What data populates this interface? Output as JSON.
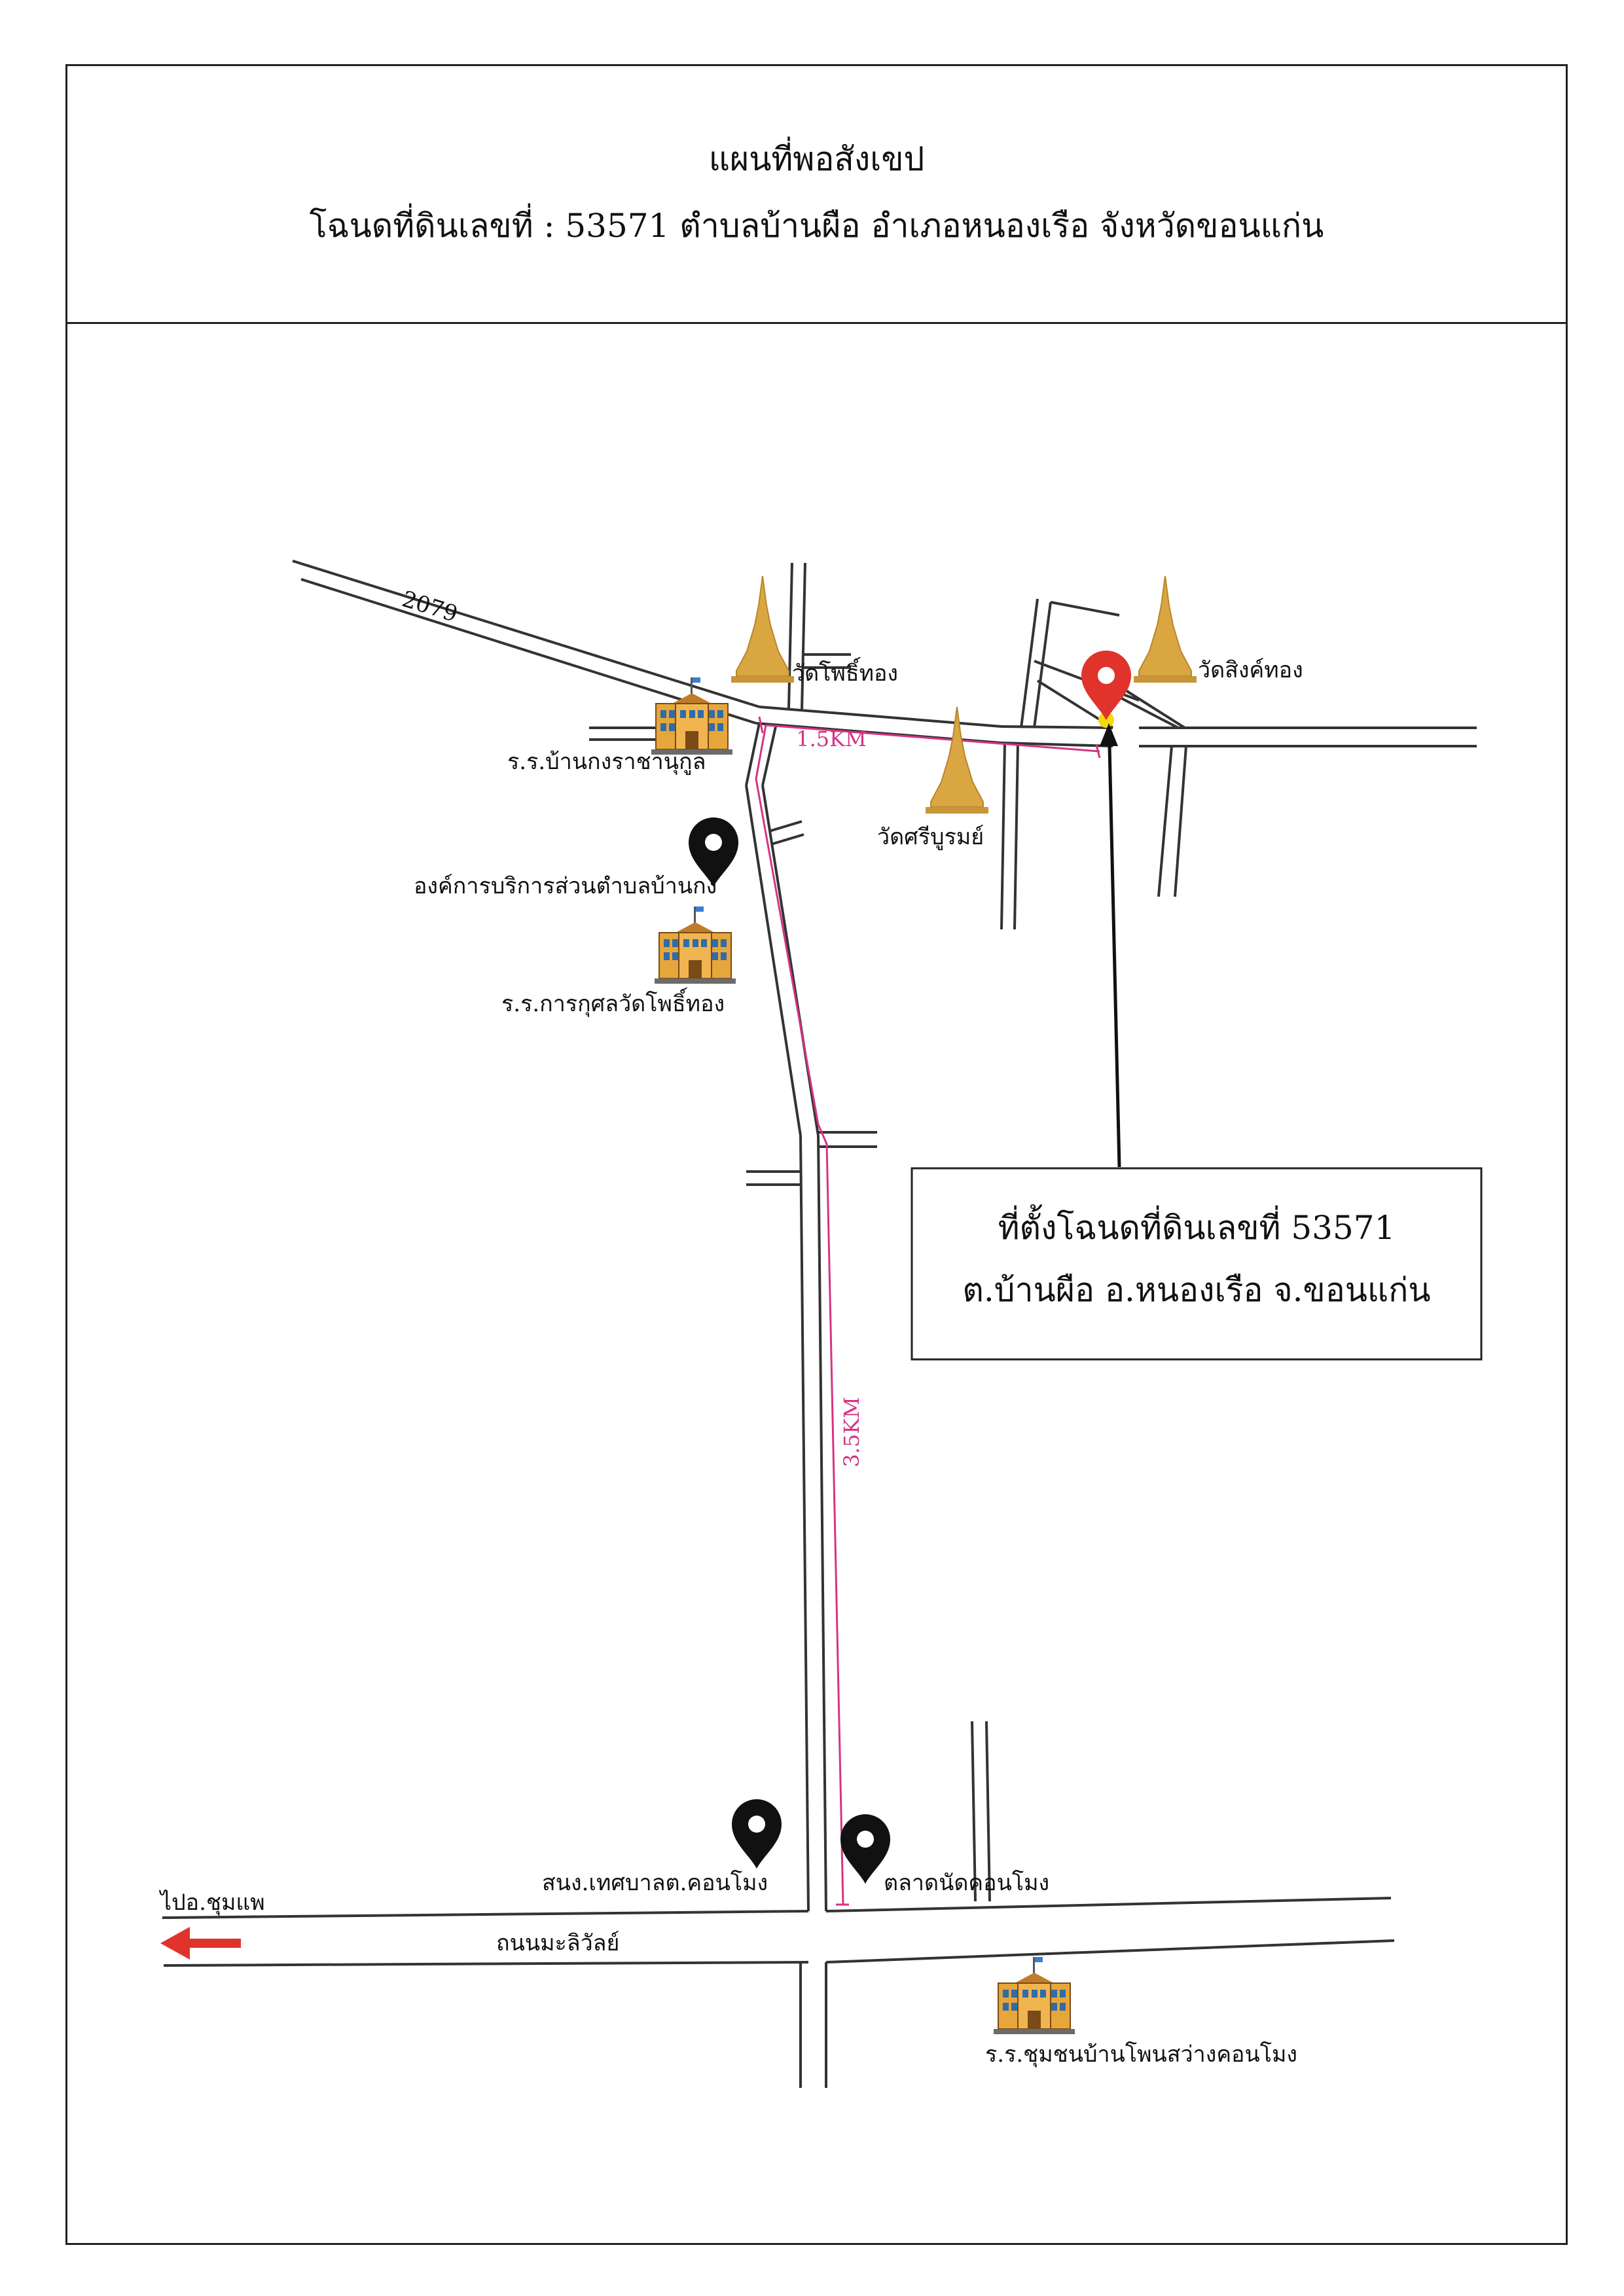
{
  "header": {
    "title": "แผนที่พอสังเขป",
    "subtitle": "โฉนดที่ดินเลขที่ : 53571 ตำบลบ้านผือ อำเภอหนองเรือ  จังหวัดขอนแก่น"
  },
  "map": {
    "road_number": "2079",
    "road_name": "ถนนมะลิวัลย์",
    "direction_label": "ไปอ.ชุมแพ",
    "distance_top": "1.5KM",
    "distance_vertical": "3.5KM",
    "landmarks": {
      "wat_pho_thong": "วัดโพธิ์ทอง",
      "wat_sing_thong": "วัดสิงค์ทอง",
      "wat_sri_boorom": "วัดศรีบูรมย์",
      "school_ban_kong": "ร.ร.บ้านกงราชานุกูล",
      "sao_ban_kong": "องค์การบริการส่วนตำบลบ้านกง",
      "school_wat_pho_thong": "ร.ร.การกุศลวัดโพธิ์ทอง",
      "municipal_office": "สนง.เทศบาลต.คอนโมง",
      "market": "ตลาดนัดคอนโมง",
      "school_community": "ร.ร.ชุมชนบ้านโพนสว่างคอนโมง"
    },
    "callout": {
      "line1": "ที่ตั้งโฉนดที่ดินเลขที่ 53571",
      "line2": "ต.บ้านผือ อ.หนองเรือ จ.ขอนแก่น"
    },
    "colors": {
      "route": "#d63384",
      "pin_red": "#e0332b",
      "temple_gold": "#d9a642",
      "school_wall": "#e7a63a",
      "arrow_red": "#e0332b"
    }
  }
}
